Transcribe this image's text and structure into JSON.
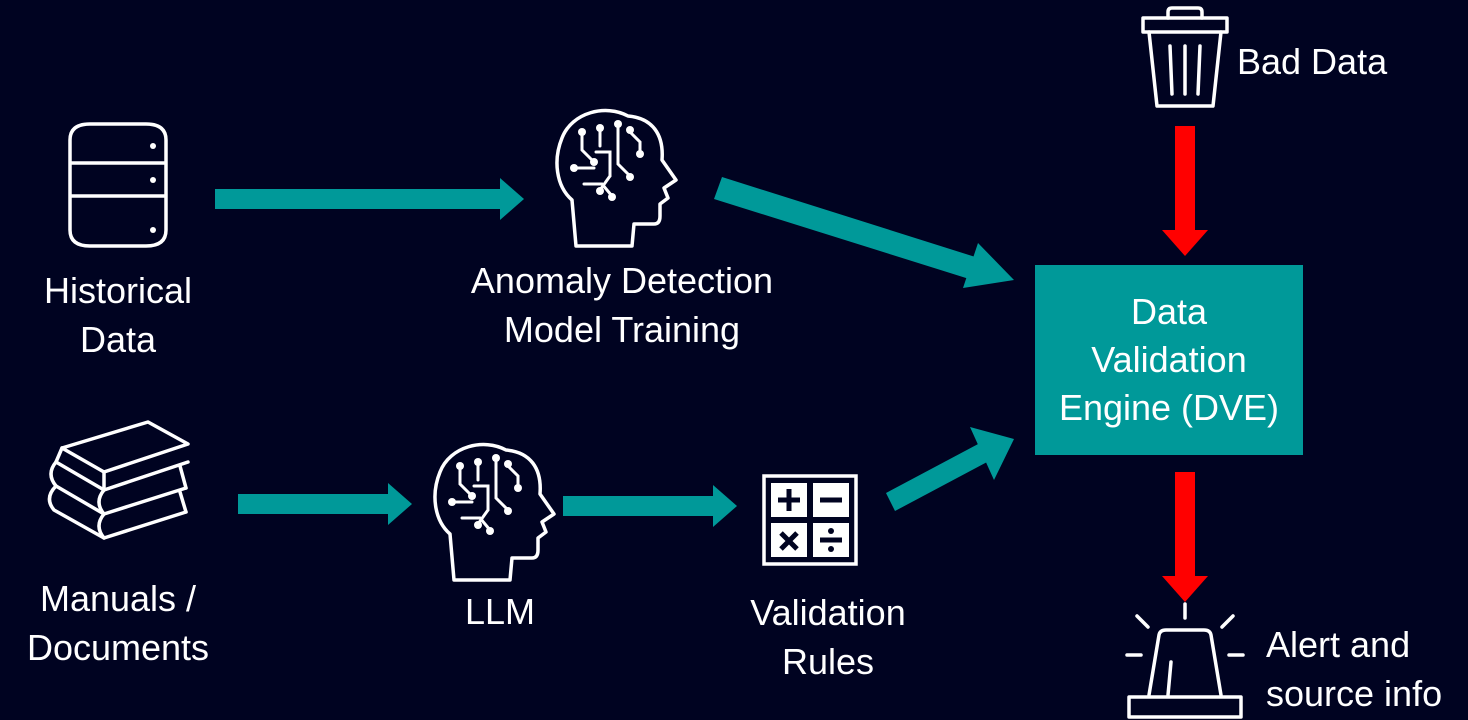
{
  "nodes": {
    "historical": {
      "line1": "Historical",
      "line2": "Data"
    },
    "manuals": {
      "line1": "Manuals /",
      "line2": "Documents"
    },
    "anomaly": {
      "line1": "Anomaly Detection",
      "line2": "Model Training"
    },
    "llm": {
      "line1": "LLM"
    },
    "rules": {
      "line1": "Validation",
      "line2": "Rules"
    },
    "dve": {
      "line1": "Data",
      "line2": "Validation",
      "line3": "Engine (DVE)"
    },
    "bad_data": {
      "line1": "Bad Data"
    },
    "alert": {
      "line1": "Alert and",
      "line2": "source info"
    }
  },
  "colors": {
    "background": "#000321",
    "flow_arrow": "#009999",
    "output_arrow": "#ff0000",
    "dve_box": "#009999",
    "text": "#ffffff",
    "icon_stroke": "#ffffff"
  },
  "icons": {
    "historical": "database-icon",
    "manuals": "books-icon",
    "anomaly": "ai-head-icon",
    "llm": "ai-head-icon",
    "rules": "calculator-icon",
    "bad_data": "trash-can-icon",
    "alert": "alarm-siren-icon"
  }
}
